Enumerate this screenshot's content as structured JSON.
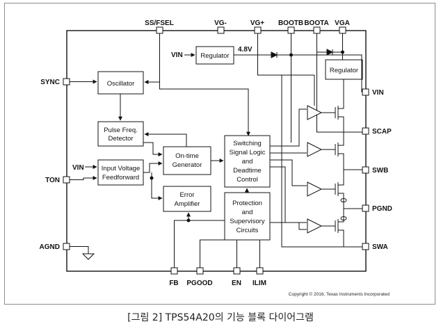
{
  "pins": {
    "ss_fsel": "SS/FSEL",
    "vg_minus": "VG-",
    "vg_plus": "VG+",
    "bootb": "BOOTB",
    "boota": "BOOTA",
    "vga": "VGA",
    "sync": "SYNC",
    "ton": "TON",
    "agnd": "AGND",
    "vin_right": "VIN",
    "scap": "SCAP",
    "swb": "SWB",
    "pgnd": "PGND",
    "swa": "SWA",
    "fb": "FB",
    "pgood": "PGOOD",
    "en": "EN",
    "ilim": "ILIM"
  },
  "blocks": {
    "regulator_top": "Regulator",
    "regulator_right": "Regulator",
    "oscillator": "Oscillator",
    "pulse_freq": [
      "Pulse Freq.",
      "Detector"
    ],
    "input_voltage": [
      "Input Voltage",
      "Feedforward"
    ],
    "on_time": [
      "On-time",
      "Generator"
    ],
    "error_amp": [
      "Error",
      "Amplifier"
    ],
    "switching": [
      "Switching",
      "Signal Logic",
      "and",
      "Deadtime",
      "Control"
    ],
    "protection": [
      "Protection",
      "and",
      "Supervisory",
      "Circuits"
    ]
  },
  "labels": {
    "vin_top": "VIN",
    "vin_input": "VIN",
    "v48": "4.8V"
  },
  "copyright": "Copyright © 2016, Texas Instruments Incorporated",
  "caption": "[그림 2] TPS54A20의 기능 블록 다이어그램"
}
